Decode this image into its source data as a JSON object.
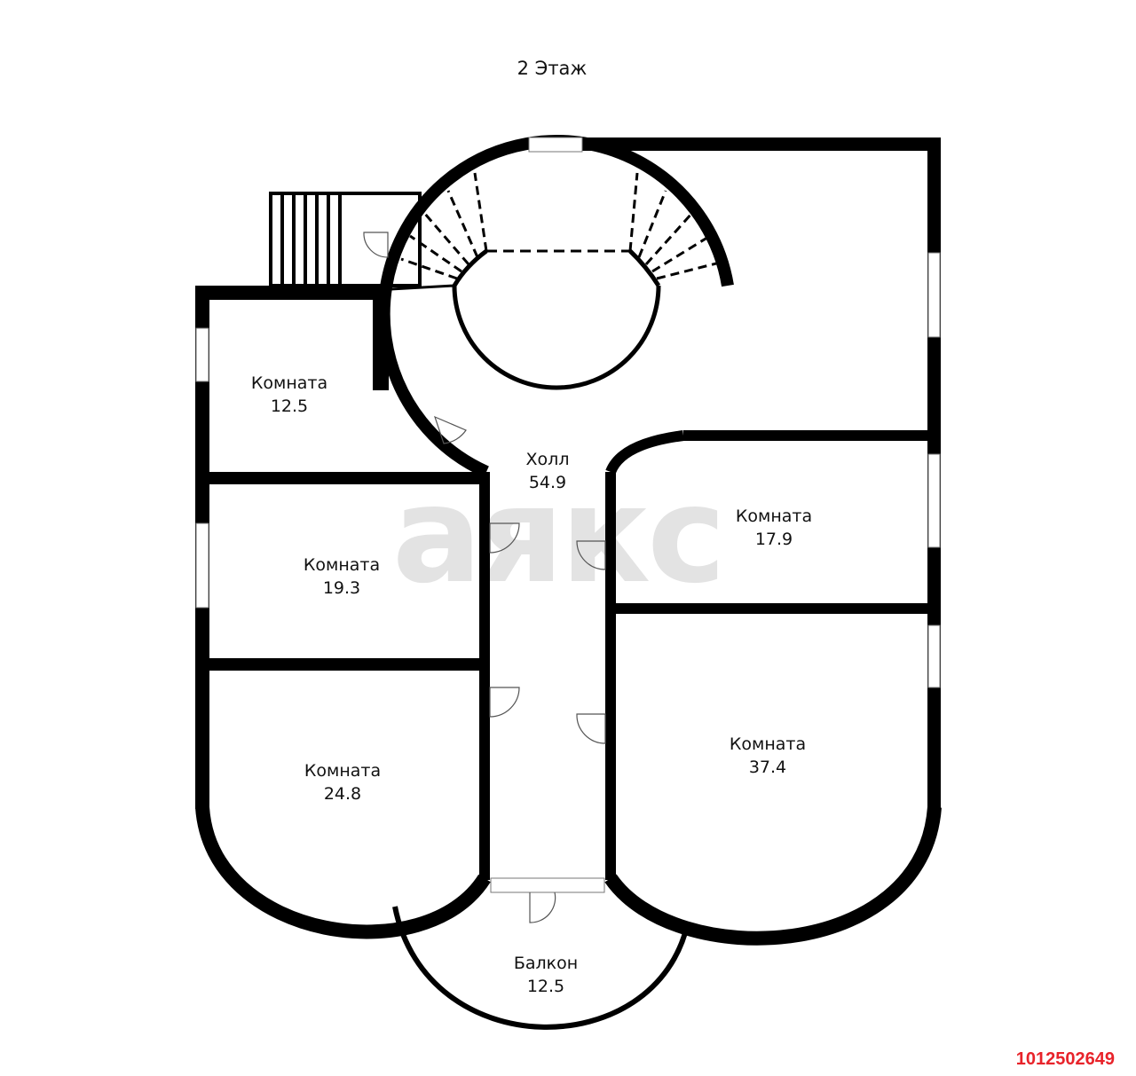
{
  "title": "2 Этаж",
  "watermark": "аякс",
  "listing_id": "1012502649",
  "colors": {
    "wall": "#000000",
    "watermark": "#e3e3e3",
    "id": "#e8232a"
  },
  "rooms": [
    {
      "name": "Комната",
      "area": "12.5"
    },
    {
      "name": "Комната",
      "area": "19.3"
    },
    {
      "name": "Комната",
      "area": "24.8"
    },
    {
      "name": "Холл",
      "area": "54.9"
    },
    {
      "name": "Комната",
      "area": "17.9"
    },
    {
      "name": "Комната",
      "area": "37.4"
    },
    {
      "name": "Балкон",
      "area": "12.5"
    }
  ]
}
